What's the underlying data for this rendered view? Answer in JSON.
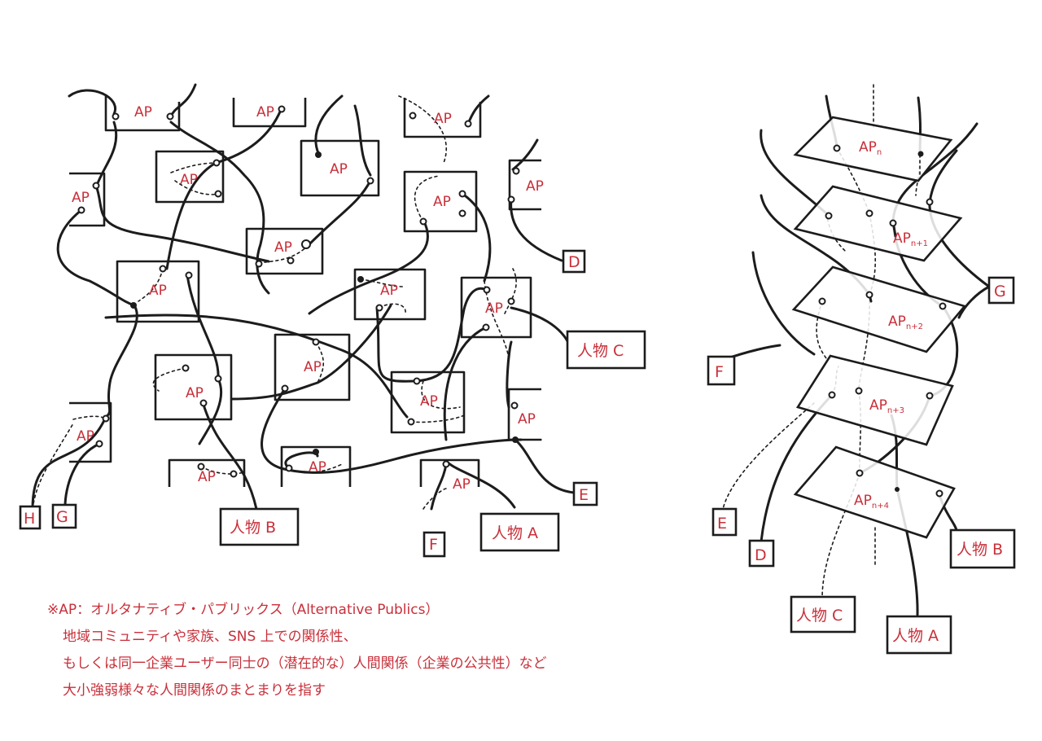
{
  "ap_label": "AP",
  "left_endpoints": {
    "d": "D",
    "h": "H",
    "g": "G",
    "f": "F",
    "person_a": "人物 A",
    "person_b": "人物 B",
    "person_c": "人物 C",
    "e": "E"
  },
  "right_layers": [
    {
      "base": "AP",
      "sub": "n"
    },
    {
      "base": "AP",
      "sub": "n+1"
    },
    {
      "base": "AP",
      "sub": "n+2"
    },
    {
      "base": "AP",
      "sub": "n+3"
    },
    {
      "base": "AP",
      "sub": "n+4"
    }
  ],
  "right_endpoints": {
    "g": "G",
    "f": "F",
    "e": "E",
    "d": "D",
    "person_b": "人物 B",
    "person_c": "人物 C",
    "person_a": "人物 A"
  },
  "note": {
    "line1": "※AP：オルタナティブ・パブリックス（Alternative Publics）",
    "line2": "地域コミュニティや家族、SNS 上での関係性、",
    "line3": "もしくは同一企業ユーザー同士の（潜在的な）人間関係（企業の公共性）など",
    "line4": "大小強弱様々な人間関係のまとまりを指す"
  },
  "colors": {
    "label_red": "#c8303a",
    "line_black": "#1c1c1c"
  }
}
